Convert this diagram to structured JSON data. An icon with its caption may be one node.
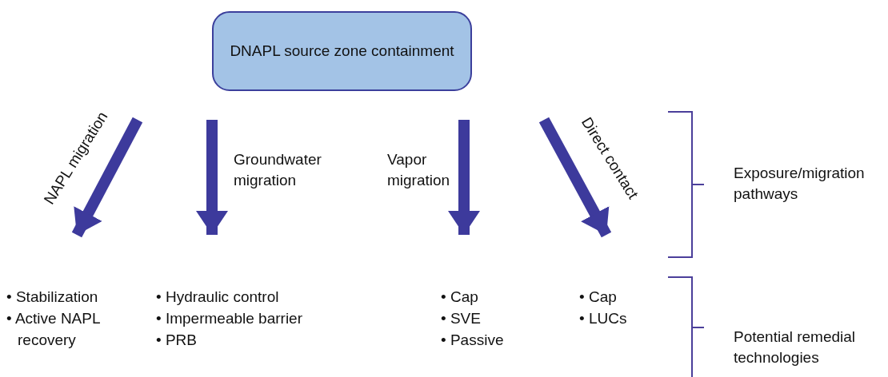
{
  "diagram": {
    "nodes": [
      {
        "text": [
          "DNAPL source zone containment"
        ]
      },
      {
        "text": [
          "• Stabilization",
          "• Active NAPL recovery"
        ]
      },
      {
        "text": [
          "• Hydraulic control",
          "• Impermeable barrier",
          "• PRB"
        ]
      },
      {
        "text": [
          "• Cap",
          "• SVE",
          "• Passive"
        ]
      },
      {
        "text": [
          "• Cap",
          "• LUCs"
        ]
      }
    ],
    "edges": [
      {
        "from": null,
        "to": 1,
        "arrow": "to",
        "label": "NAPL migration"
      },
      {
        "from": null,
        "to": 2,
        "arrow": "to",
        "label": "Groundwater migration"
      },
      {
        "from": null,
        "to": 3,
        "arrow": "to",
        "label": "Vapor migration"
      },
      {
        "from": null,
        "to": 4,
        "arrow": "to",
        "label": "Direct contact"
      }
    ],
    "labels": [
      "Exposure/migration pathways",
      "Potential remedial technologies"
    ]
  }
}
